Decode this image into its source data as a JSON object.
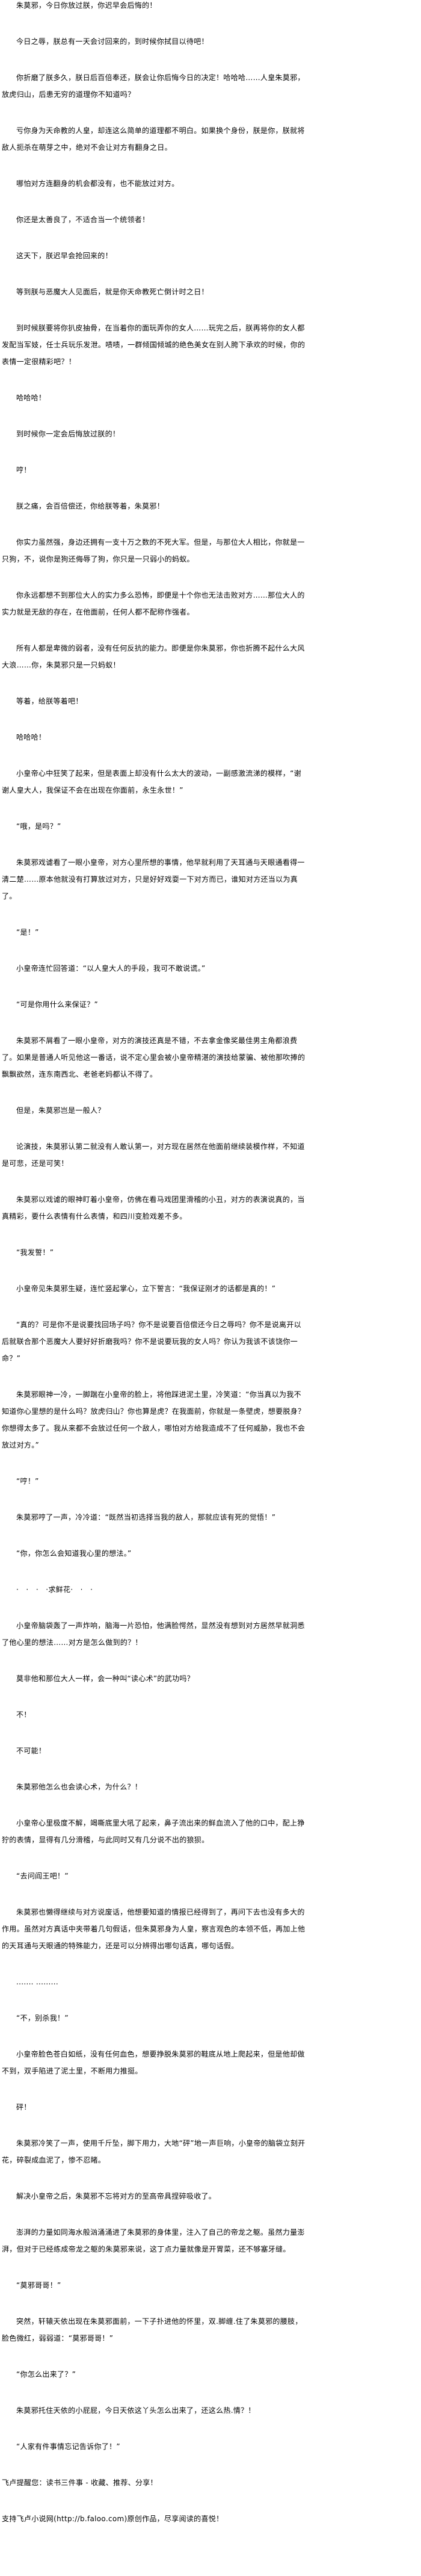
{
  "paragraphs": [
    "朱莫邪，今日你放过朕，你迟早会后悔的！",
    "今日之辱，朕总有一天会讨回来的，到时候你拭目以待吧！",
    "你折磨了朕多久，朕日后百倍奉还，朕会让你后悔今日的决定！哈哈哈……人皇朱莫邪，放虎归山，后患无穷的道理你不知道吗？",
    "亏你身为天命教的人皇，却连这么简单的道理都不明白。如果换个身份，朕是你，朕就将敌人扼杀在萌芽之中，绝对不会让对方有翻身之日。",
    "哪怕对方连翻身的机会都没有，也不能放过对方。",
    "你还是太善良了，不适合当一个统领者！",
    "这天下，朕迟早会抢回来的！",
    "等到朕与恶魔大人见面后，就是你天命教死亡倒计时之日！",
    "到时候朕要将你扒皮抽骨，在当着你的面玩弄你的女人……玩完之后，朕再将你的女人都发配当军妓，任士兵玩乐发泄。啧啧，一群倾国倾城的绝色美女在别人胯下承欢的时候，你的表情一定很精彩吧？！",
    "哈哈哈！",
    "到时候你一定会后悔放过朕的！",
    "哼！",
    "朕之痛，会百倍偿还，你给朕等着，朱莫邪！",
    "你实力虽然强，身边还拥有一支十万之数的不死大军。但是，与那位大人相比，你就是一只狗，不，说你是狗还侮辱了狗，你只是一只弱小的蚂蚁。",
    "你永远都想不到那位大人的实力多么恐怖，即便是十个你也无法击败对方……那位大人的实力就是无敌的存在，在他面前，任何人都不配称作强者。",
    "所有人都是卑微的弱者，没有任何反抗的能力。即便是你朱莫邪，你也折腾不起什么大风大浪……你，朱莫邪只是一只蚂蚁！",
    "等着，给朕等着吧！",
    "哈哈哈！",
    "小皇帝心中狂笑了起来，但是表面上却没有什么太大的波动，一副感激流涕的模样，“谢谢人皇大人，我保证不会在出现在你面前，永生永世！”",
    "“哦，是吗？”",
    "朱莫邪戏谑看了一眼小皇帝，对方心里所想的事情，他早就利用了天耳通与天眼通看得一清二楚……原本他就没有打算放过对方，只是好好戏耍一下对方而已，谁知对方还当以为真了。",
    "“是！”",
    "小皇帝连忙回答道：“以人皇大人的手段，我可不敢说谎。”",
    "“可是你用什么来保证？”",
    "朱莫邪不屑看了一眼小皇帝，对方的演技还真是不错，不去拿金像奖最佳男主角都浪费了。如果是普通人听见他这一番话，说不定心里会被小皇帝精湛的演技给蒙骗、被他那吹捧的飘飘欲然，连东南西北、老爸老妈都认不得了。",
    "但是，朱莫邪岂是一般人？",
    "论演技，朱莫邪认第二就没有人敢认第一，对方现在居然在他面前继续装模作样，不知道是可悲，还是可笑！",
    "朱莫邪以戏谑的眼神盯着小皇帝，仿佛在看马戏团里滑稽的小丑，对方的表演说真的，当真精彩，要什么表情有什么表情，和四川变脸戏差不多。",
    "“我发誓！”",
    "小皇帝见朱莫邪生疑，连忙竖起掌心，立下誓言：“我保证刚才的话都是真的！”",
    "“真的？可是你不是说要找回场子吗？你不是说要百倍偿还今日之辱吗？你不是说离开以后就联合那个恶魔大人要好好折磨我吗？你不是说要玩我的女人吗？你认为我该不该饶你一命？”",
    "朱莫邪眼神一冷，一脚踹在小皇帝的脸上，将他踩进泥土里，冷笑道：“你当真以为我不知道你心里想的是什么吗？放虎归山？你也算是虎？在我面前，你就是一条壁虎，想要脱身？你想得太多了。我从来都不会放过任何一个敌人，哪怕对方给我造成不了任何威胁，我也不会放过对方。”",
    "“哼！”",
    "朱莫邪哼了一声，冷冷道：“既然当初选择当我的敌人，那就应该有死的觉悟！”",
    "“你，你怎么会知道我心里的想法。”",
    "·　·　·　·求鲜花·　·　·",
    "小皇帝脑袋轰了一声炸响，脑海一片恐怕，他满脸愕然，显然没有想到对方居然早就洞悉了他心里的想法……对方是怎么做到的？！",
    "莫非他和那位大人一样，会一种叫“读心术”的武功吗？",
    "不！",
    "不可能！",
    "朱莫邪他怎么也会读心术，为什么？！",
    "小皇帝心里极度不解，竭嘶底里大吼了起来，鼻子流出来的鲜血流入了他的口中，配上狰狞的表情，显得有几分滑稽，与此同时又有几分说不出的狼狈。",
    "“去问阎王吧！”",
    "朱莫邪也懒得继续与对方说废话，他想要知道的情报已经得到了，再问下去也没有多大的作用。虽然对方真话中夹带着几句假话，但朱莫邪身为人皇，察言观色的本领不低，再加上他的天耳通与天眼通的特殊能力，还是可以分辨得出哪句话真，哪句话假。",
    ".......  .........",
    "“不，别杀我！”",
    "小皇帝脸色苍白如纸，没有任何血色，想要挣脱朱莫邪的鞋底从地上爬起来，但是他却做不到，双手陷进了泥土里，不断用力推挺。",
    "砰！",
    "朱莫邪冷笑了一声，使用千斤坠，脚下用力，大地“砰”地一声巨响，小皇帝的脑袋立刻开花，碎裂成血泥了，惨不忍睹。",
    "解决小皇帝之后，朱莫邪不忘将对方的至高帝具捏碎吸收了。",
    "澎湃的力量如同海水般汹涌涌进了朱莫邪的身体里，注入了自己的帝龙之躯。虽然力量澎湃，但对于已经练成帝龙之躯的朱莫邪来说，这丁点力量就像是开胃菜，还不够塞牙缝。",
    "“莫邪哥哥！”",
    "突然，轩辕天依出现在朱莫邪面前，一下子扑进他的怀里，双.脚缠.住了朱莫邪的腰肢，脸色微红，弱弱道：“莫邪哥哥！”",
    "“你怎么出来了？”",
    "朱莫邪托住天依的小屁屁，今日天依这丫头怎么出来了，还这么热.情？！",
    "“人家有件事情忘记告诉你了！”"
  ],
  "footer": {
    "reminder": "飞卢提醒您：读书三件事 - 收藏、推荐、分享！",
    "support": "支持飞卢小说网(http://b.faloo.com)原创作品，尽享阅读的喜悦！"
  }
}
